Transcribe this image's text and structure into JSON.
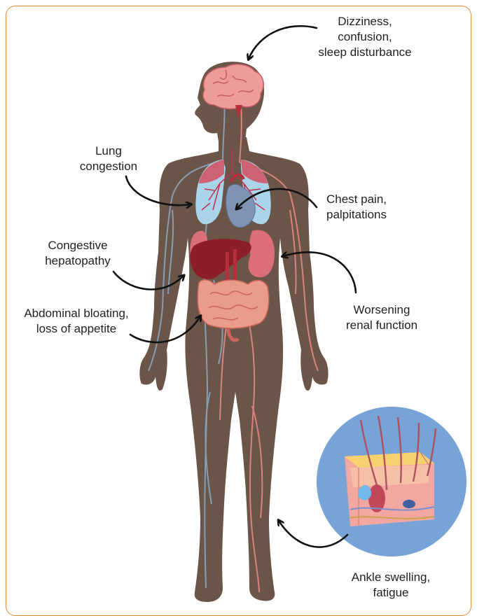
{
  "colors": {
    "border": "#e98a3c",
    "skin": "#6b5549",
    "artery": "#e0857f",
    "vein": "#8aa4bf",
    "arrow": "#111111",
    "lungs": "#a9d4ea",
    "heart": "#7f94b4",
    "liver": "#8e1d2a",
    "kidney": "#dc6e7a",
    "intestine": "#ea9c8b",
    "brain": "#ee9c9a",
    "skin_circle": "#77a3d6"
  },
  "labels": {
    "head": "Dizziness,\nconfusion,\nsleep disturbance",
    "lung": "Lung\ncongestion",
    "chest": "Chest pain,\npalpitations",
    "liver": "Congestive\nhepatopathy",
    "renal": "Worsening\nrenal function",
    "abdomen": "Abdominal bloating,\nloss of appetite",
    "ankle": "Ankle swelling,\nfatigue"
  },
  "icons": {
    "body": "human-body-silhouette",
    "brain": "brain-icon",
    "lungs": "lungs-icon",
    "heart": "heart-icon",
    "liver": "liver-icon",
    "kidney": "kidney-icon",
    "intestine": "intestine-icon",
    "skin": "skin-cross-section-icon"
  }
}
